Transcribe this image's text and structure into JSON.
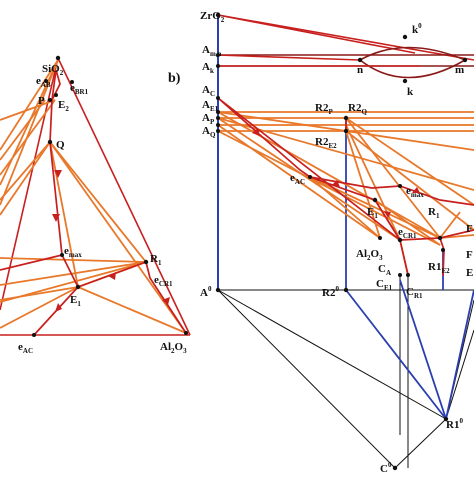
{
  "colors": {
    "red": "#c8201e",
    "orange": "#e8782a",
    "blue": "#2a3fb0",
    "black": "#111111",
    "gray": "#777777"
  },
  "panel_b": "b)",
  "left": {
    "SiO2": [
      "SiO",
      "2",
      ""
    ],
    "eAB": [
      "e",
      "AB",
      ""
    ],
    "eBR1": [
      "e",
      "BR1",
      ""
    ],
    "P": [
      "P",
      "",
      ""
    ],
    "E2": [
      "E",
      "2",
      ""
    ],
    "Q": [
      "Q",
      "",
      ""
    ],
    "emax": [
      "e",
      "max",
      ""
    ],
    "R1": [
      "R",
      "1",
      ""
    ],
    "eCR1": [
      "e",
      "CR1",
      ""
    ],
    "E1": [
      "E",
      "1",
      ""
    ],
    "eAC": [
      "e",
      "AC",
      ""
    ],
    "Al2O3": [
      "Al",
      "2",
      "O",
      "3"
    ]
  },
  "right": {
    "ZrO2": [
      "ZrO",
      "2",
      ""
    ],
    "k0": [
      "k",
      "",
      "0"
    ],
    "Amn": [
      "A",
      "m,n",
      ""
    ],
    "n": [
      "n",
      "",
      ""
    ],
    "m": [
      "m",
      "",
      ""
    ],
    "Ak": [
      "A",
      "k",
      ""
    ],
    "k": [
      "k",
      "",
      ""
    ],
    "AC": [
      "A",
      "C",
      ""
    ],
    "AE1": [
      "A",
      "E1",
      ""
    ],
    "AP": [
      "A",
      "P",
      ""
    ],
    "AQ": [
      "A",
      "Q",
      ""
    ],
    "R2P": [
      "R2",
      "P",
      ""
    ],
    "R2Q": [
      "R2",
      "Q",
      ""
    ],
    "R2E2": [
      "R2",
      "E2",
      ""
    ],
    "eAC": [
      "e",
      "AC",
      ""
    ],
    "emax": [
      "e",
      "max",
      ""
    ],
    "E1": [
      "E",
      "1",
      ""
    ],
    "R1": [
      "R",
      "1",
      ""
    ],
    "eCR1": [
      "e",
      "CR1",
      ""
    ],
    "Al2O3": [
      "Al",
      "2",
      "O",
      "3"
    ],
    "CA": [
      "C",
      "A",
      ""
    ],
    "R1E2": [
      "R1",
      "E2",
      ""
    ],
    "CE1": [
      "C",
      "E1",
      ""
    ],
    "CR1": [
      "C",
      "R1",
      ""
    ],
    "A0": [
      "A",
      "",
      "0"
    ],
    "R20": [
      "R2",
      "",
      "0"
    ],
    "R10": [
      "R1",
      "",
      "0"
    ],
    "C0": [
      "C",
      "",
      "0"
    ],
    "Fcut1": [
      "F",
      "",
      ""
    ],
    "Fcut2": [
      "F",
      "",
      ""
    ],
    "Ecut": [
      "E",
      "",
      ""
    ]
  }
}
